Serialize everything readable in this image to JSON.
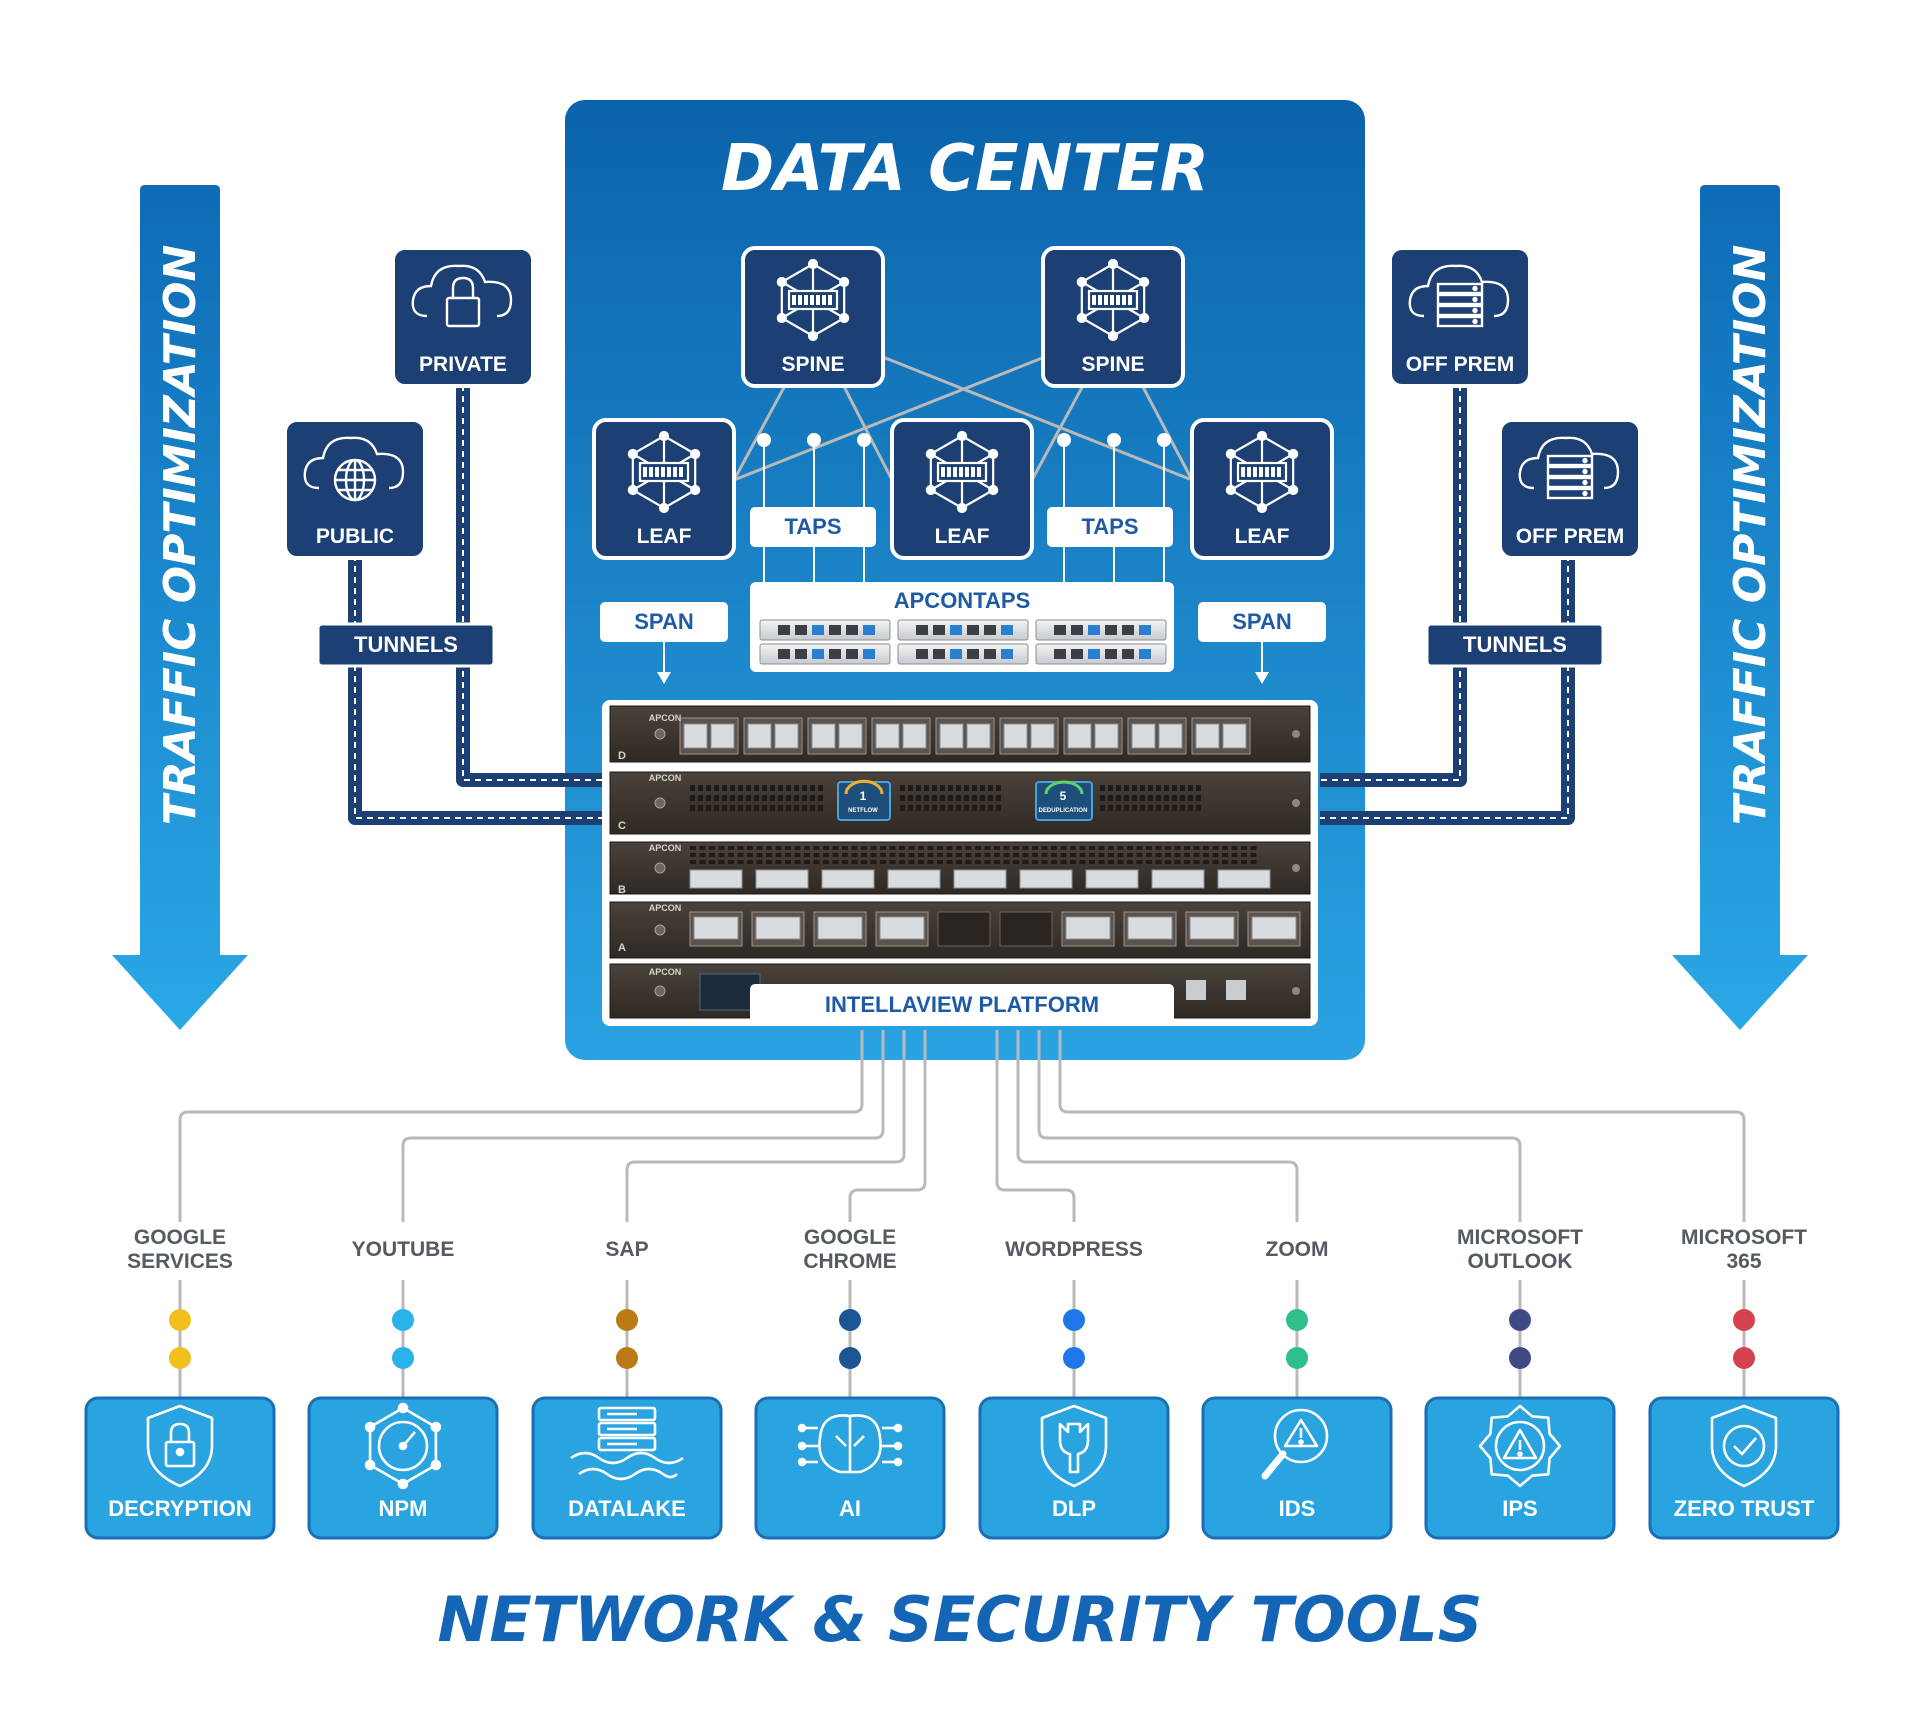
{
  "colors": {
    "dc_blue": "#0f6fb3",
    "dc_blue_light": "#2a9ee0",
    "navy": "#1c3f74",
    "navy_border": "#2b6cb8",
    "tool_blue": "#2aa4e0",
    "tool_border": "#1a6fb6",
    "rack_dark": "#3d3630",
    "gray_line": "#b7b9bb",
    "heading_blue": "#1565b6"
  },
  "title": "DATA CENTER",
  "footer_title": "NETWORK & SECURITY TOOLS",
  "side_arrows": {
    "left_label": "TRAFFIC OPTIMIZATION",
    "right_label": "TRAFFIC OPTIMIZATION"
  },
  "clouds": {
    "private": {
      "label": "PRIVATE",
      "icon": "cloud-lock-icon"
    },
    "public": {
      "label": "PUBLIC",
      "icon": "cloud-globe-icon"
    },
    "offprem_top": {
      "label": "OFF PREM",
      "icon": "cloud-server-icon"
    },
    "offprem_bottom": {
      "label": "OFF PREM",
      "icon": "cloud-server-icon"
    }
  },
  "tunnels": {
    "left": "TUNNELS",
    "right": "TUNNELS"
  },
  "switches": {
    "spine_left": "SPINE",
    "spine_right": "SPINE",
    "leaf_left": "LEAF",
    "leaf_center": "LEAF",
    "leaf_right": "LEAF"
  },
  "taps": {
    "left": "TAPS",
    "right": "TAPS"
  },
  "span": {
    "left": "SPAN",
    "right": "SPAN"
  },
  "apcontaps": "APCONTAPS",
  "platform": {
    "label": "INTELLAVIEW PLATFORM",
    "brand": "APCON",
    "slot_letters": [
      "D",
      "C",
      "B",
      "A"
    ],
    "netflow_count": "1",
    "netflow_label": "NETFLOW",
    "dedup_count": "5",
    "dedup_label": "DEDUPLICATION"
  },
  "applications": [
    {
      "label": "GOOGLE\nSERVICES",
      "dot_color": "#f2bf1d"
    },
    {
      "label": "YOUTUBE",
      "dot_color": "#2bb2ea"
    },
    {
      "label": "SAP",
      "dot_color": "#bb7a16"
    },
    {
      "label": "GOOGLE\nCHROME",
      "dot_color": "#1d5493"
    },
    {
      "label": "WORDPRESS",
      "dot_color": "#1e76e8"
    },
    {
      "label": "ZOOM",
      "dot_color": "#2fbf8a"
    },
    {
      "label": "MICROSOFT\nOUTLOOK",
      "dot_color": "#3e4a83"
    },
    {
      "label": "MICROSOFT\n365",
      "dot_color": "#d4424e"
    }
  ],
  "tools": [
    {
      "label": "DECRYPTION",
      "icon": "shield-lock-icon"
    },
    {
      "label": "NPM",
      "icon": "gauge-network-icon"
    },
    {
      "label": "DATALAKE",
      "icon": "server-water-icon"
    },
    {
      "label": "AI",
      "icon": "brain-circuit-icon"
    },
    {
      "label": "DLP",
      "icon": "shield-wrench-icon"
    },
    {
      "label": "IDS",
      "icon": "magnifier-alert-icon"
    },
    {
      "label": "IPS",
      "icon": "gear-alert-icon"
    },
    {
      "label": "ZERO TRUST",
      "icon": "shield-check-icon"
    }
  ]
}
